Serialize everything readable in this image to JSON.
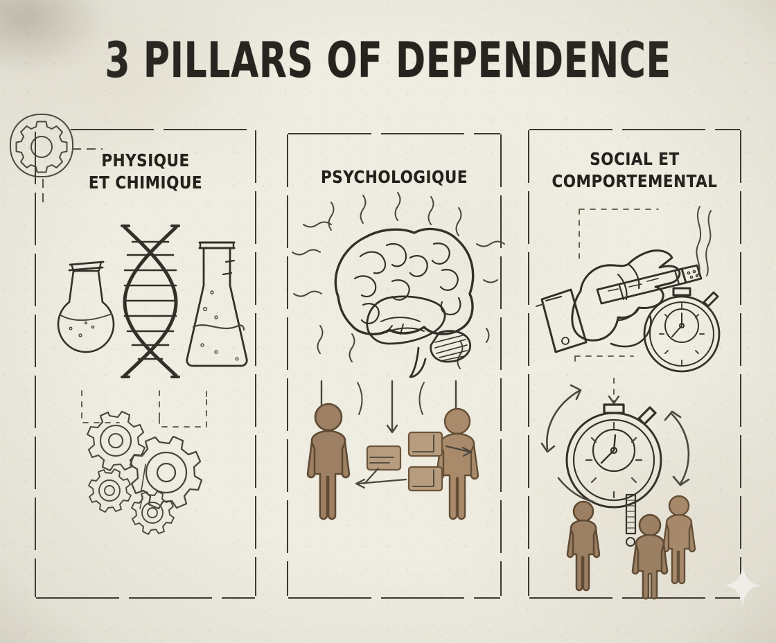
{
  "page": {
    "title": "3 PILLARS OF DEPENDENCE",
    "background_color": "#efece1",
    "ink_color": "#33302a",
    "figure_color": "#9d8063",
    "title_color": "#26231f",
    "style": "hand-drawn sketch infographic on textured cream paper"
  },
  "badge": {
    "icon": "gear-icon"
  },
  "columns": [
    {
      "id": "physique-et-chimique",
      "title_line1": "PHYSIQUE",
      "title_line2": "ET CHIMIQUE",
      "illustrations": [
        "round-bottom-flask-icon",
        "dna-helix-icon",
        "erlenmeyer-flask-icon",
        "gears-cluster-icon"
      ]
    },
    {
      "id": "psychologique",
      "title_line1": "PSYCHOLOGIQUE",
      "title_line2": "",
      "illustrations": [
        "brain-icon",
        "energy-waves-icon",
        "down-arrows-icon",
        "person-figure-left-icon",
        "message-boxes-icon",
        "person-figure-right-icon"
      ]
    },
    {
      "id": "social-et-comportemental",
      "title_line1": "SOCIAL ET",
      "title_line2": "COMPORTEMENTAL",
      "illustrations": [
        "hand-holding-cigarette-icon",
        "smoke-wisps-icon",
        "stopwatch-small-icon",
        "stopwatch-large-icon",
        "cycle-arrows-icon",
        "people-group-icon"
      ]
    }
  ],
  "watermark": {
    "icon": "sparkle-star-icon"
  }
}
